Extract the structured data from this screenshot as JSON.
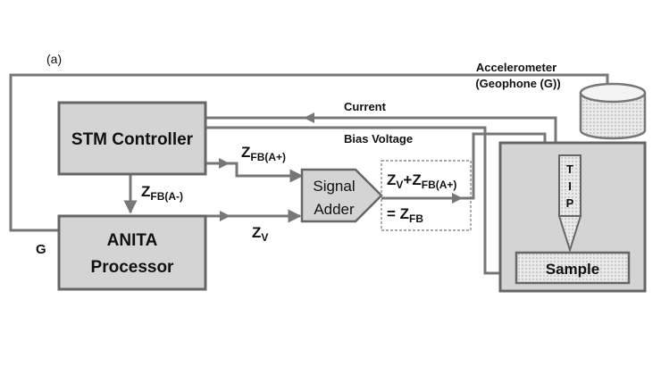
{
  "panel_label": "(a)",
  "blocks": {
    "stm_controller": "STM Controller",
    "anita_line1": "ANITA",
    "anita_line2": "Processor",
    "adder_line1": "Signal",
    "adder_line2": "Adder",
    "sample": "Sample",
    "tip_letters": [
      "T",
      "I",
      "P"
    ],
    "accelerometer_line1": "Accelerometer",
    "accelerometer_line2": "(Geophone (G))"
  },
  "signals": {
    "current": "Current",
    "bias_voltage": "Bias Voltage",
    "g_input": "G",
    "zfb_a_plus": {
      "base": "Z",
      "sub": "FB(A+)"
    },
    "zfb_a_minus": {
      "base": "Z",
      "sub": "FB(A-)"
    },
    "zv": {
      "base": "Z",
      "sub": "V"
    },
    "sum_line1": {
      "a": "Z",
      "a_sub": "V",
      "plus": "+",
      "b": "Z",
      "b_sub": "FB(A+)"
    },
    "sum_line2": {
      "eq": "= ",
      "base": "Z",
      "sub": "FB"
    }
  },
  "colors": {
    "block_fill": "#d4d4d4",
    "line": "#777777",
    "border": "#666666",
    "text": "#111111"
  }
}
